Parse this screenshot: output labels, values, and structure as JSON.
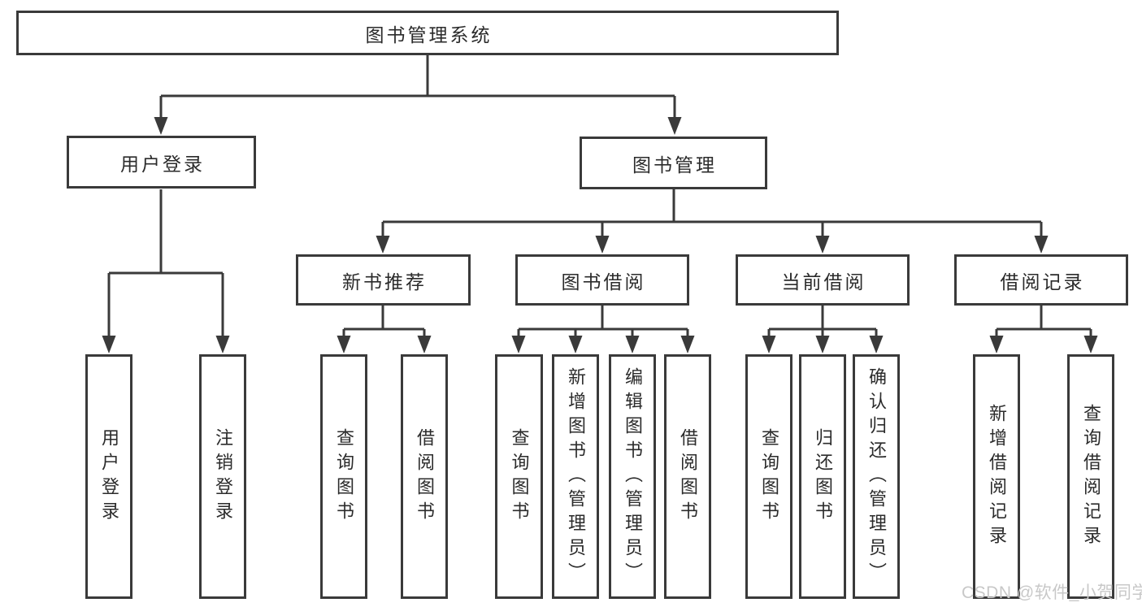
{
  "nodes": {
    "root": "图书管理系统",
    "user_login": "用户登录",
    "book_management": "图书管理",
    "new_book_recommend": "新书推荐",
    "book_borrowing": "图书借阅",
    "current_borrowing": "当前借阅",
    "borrowing_records": "借阅记录",
    "leaves": {
      "user_login": [
        "用户登录",
        "注销登录"
      ],
      "new_book_recommend": [
        "查询图书",
        "借阅图书"
      ],
      "book_borrowing": [
        "查询图书",
        "新增图书（管理员）",
        "编辑图书（管理员）",
        "借阅图书"
      ],
      "current_borrowing": [
        "查询图书",
        "归还图书",
        "确认归还（管理员）"
      ],
      "borrowing_records": [
        "新增借阅记录",
        "查询借阅记录"
      ]
    }
  },
  "watermark": "CSDN @软件_小贺同学",
  "colors": {
    "line": "#3a3a3a",
    "text": "#2b2b2b",
    "watermark": "#c8c8c8"
  }
}
